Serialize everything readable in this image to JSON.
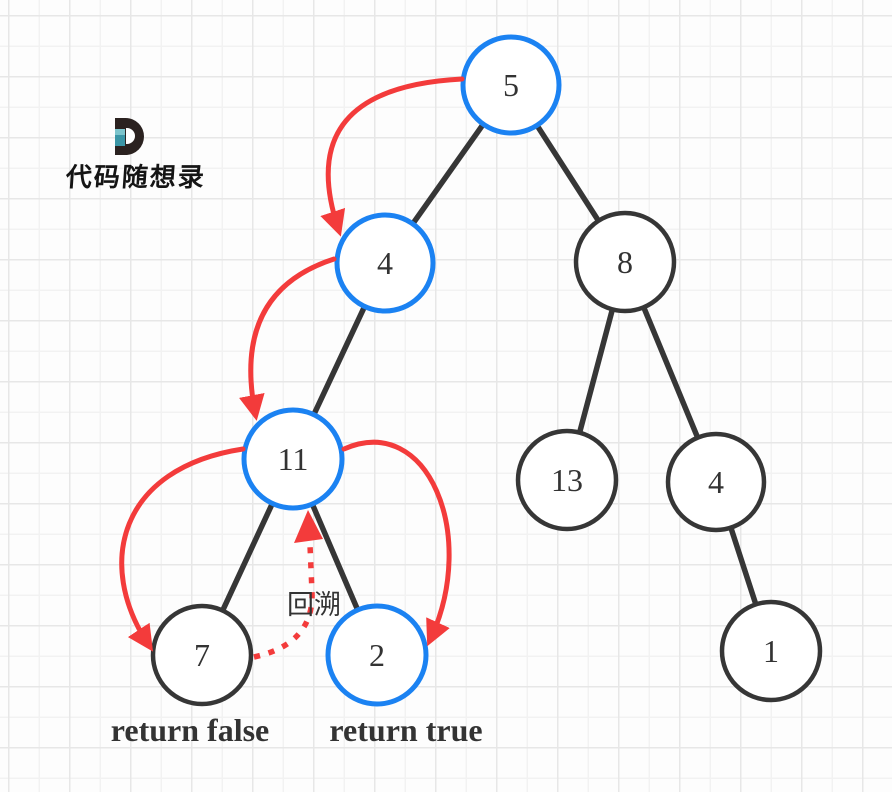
{
  "brand": {
    "logo_letter": "D",
    "name": "代码随想录"
  },
  "colors": {
    "highlight": "#1b82f2",
    "arrow": "#f33b3b",
    "ink": "#363636"
  },
  "tree": {
    "nodes": [
      {
        "label": "5",
        "state": "visited"
      },
      {
        "label": "4",
        "state": "visited"
      },
      {
        "label": "8",
        "state": "normal"
      },
      {
        "label": "11",
        "state": "visited"
      },
      {
        "label": "13",
        "state": "normal"
      },
      {
        "label": "4",
        "state": "normal"
      },
      {
        "label": "7",
        "state": "normal"
      },
      {
        "label": "2",
        "state": "visited"
      },
      {
        "label": "1",
        "state": "normal"
      }
    ]
  },
  "annotations": {
    "backtrack": "回溯",
    "left_result": "return false",
    "right_result": "return true"
  }
}
